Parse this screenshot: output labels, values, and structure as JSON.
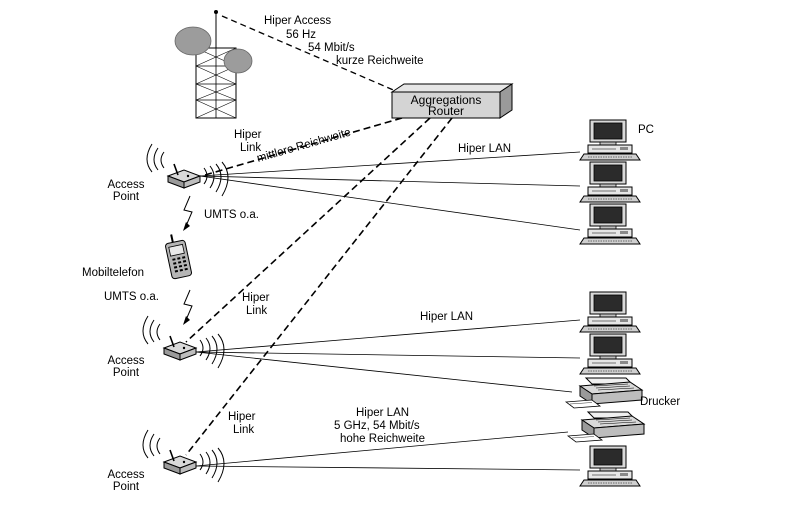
{
  "tower_label": [
    "Hiper Access",
    "56 Hz",
    "54 Mbit/s",
    "kurze Reichweite"
  ],
  "router_label": [
    "Aggregations",
    "Router"
  ],
  "hiper_link": [
    "Hiper",
    "Link"
  ],
  "mittlere_reichweite": "mittlere Reichweite",
  "access_point": [
    "Access",
    "Point"
  ],
  "umts": "UMTS o.a.",
  "mobiltelefon": "Mobiltelefon",
  "hiper_lan": "Hiper LAN",
  "hiper_lan_detail": [
    "Hiper LAN",
    "5 GHz, 54 Mbit/s",
    "hohe Reichweite"
  ],
  "pc": "PC",
  "drucker": "Drucker",
  "icons": {
    "tower": "radio-tower-icon",
    "router": "router-icon",
    "access_point": "access-point-icon",
    "phone": "mobile-phone-icon",
    "pc": "pc-icon",
    "printer": "printer-icon"
  }
}
